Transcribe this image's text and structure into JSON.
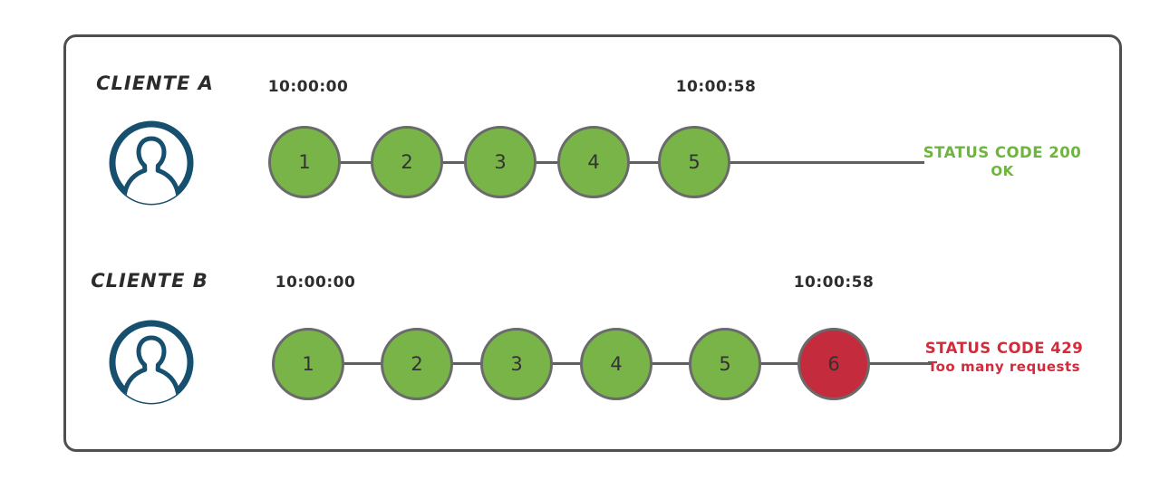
{
  "diagram": {
    "title_concept": "rate-limit-requests",
    "clients": [
      {
        "name": "CLIENTE A",
        "start_time": "10:00:00",
        "end_time": "10:00:58",
        "requests": [
          {
            "label": "1",
            "status": "ok"
          },
          {
            "label": "2",
            "status": "ok"
          },
          {
            "label": "3",
            "status": "ok"
          },
          {
            "label": "4",
            "status": "ok"
          },
          {
            "label": "5",
            "status": "ok"
          }
        ],
        "status_line1": "STATUS CODE 200",
        "status_line2": "OK"
      },
      {
        "name": "CLIENTE B",
        "start_time": "10:00:00",
        "end_time": "10:00:58",
        "requests": [
          {
            "label": "1",
            "status": "ok"
          },
          {
            "label": "2",
            "status": "ok"
          },
          {
            "label": "3",
            "status": "ok"
          },
          {
            "label": "4",
            "status": "ok"
          },
          {
            "label": "5",
            "status": "ok"
          },
          {
            "label": "6",
            "status": "error"
          }
        ],
        "status_line1": "STATUS CODE 429",
        "status_line2": "Too many requests"
      }
    ],
    "icons": [
      {
        "name": "user-avatar-icon",
        "meaning": "client user silhouette in circle"
      }
    ],
    "colors": {
      "request_ok_fill": "#79b449",
      "request_error_fill": "#c42b3c",
      "status_ok_text": "#6eb43d",
      "status_error_text": "#d22c3c",
      "avatar_stroke": "#17506e",
      "circle_border": "#6a6a6a",
      "frame_border": "#4f4f4f",
      "timeline": "#5f5f5f",
      "text_dark": "#2d2d2d"
    }
  }
}
